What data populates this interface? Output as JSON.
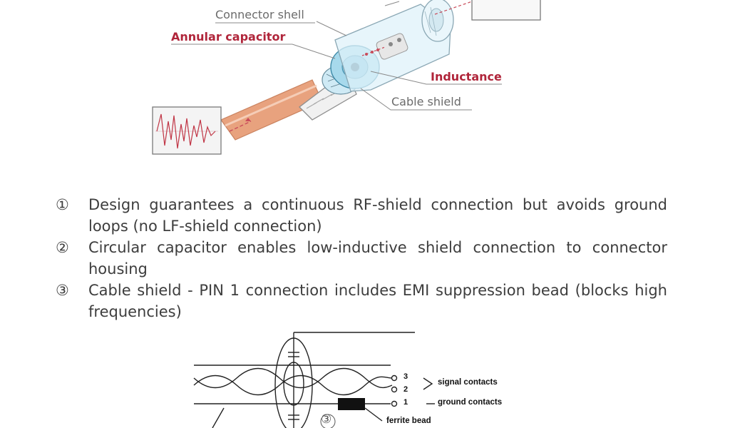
{
  "callouts": {
    "connector_shell": "Connector shell",
    "annular_capacitor": "Annular capacitor",
    "inductance": "Inductance",
    "cable_shield": "Cable shield"
  },
  "points": [
    {
      "marker": "①",
      "text": "Design guarantees a continuous RF-shield connection but avoids ground loops (no LF-shield connection)"
    },
    {
      "marker": "②",
      "text": "Circular capacitor enables low-inductive shield connection to connector housing"
    },
    {
      "marker": "③",
      "text": "Cable shield - PIN 1 connection includes EMI suppression bead (blocks high frequencies)"
    }
  ],
  "schematic": {
    "pin_3": "3",
    "pin_2": "2",
    "pin_1": "1",
    "signal_contacts": "signal contacts",
    "ground_contacts": "ground contacts",
    "ferrite_bead": "ferrite bead",
    "marker": "③"
  },
  "colors": {
    "accent_red": "#b0253a",
    "callout_gray": "#6b6b6b",
    "cable_orange": "#e8a27e",
    "shell_blue": "#bfe6f3",
    "text": "#3d3d3d"
  }
}
